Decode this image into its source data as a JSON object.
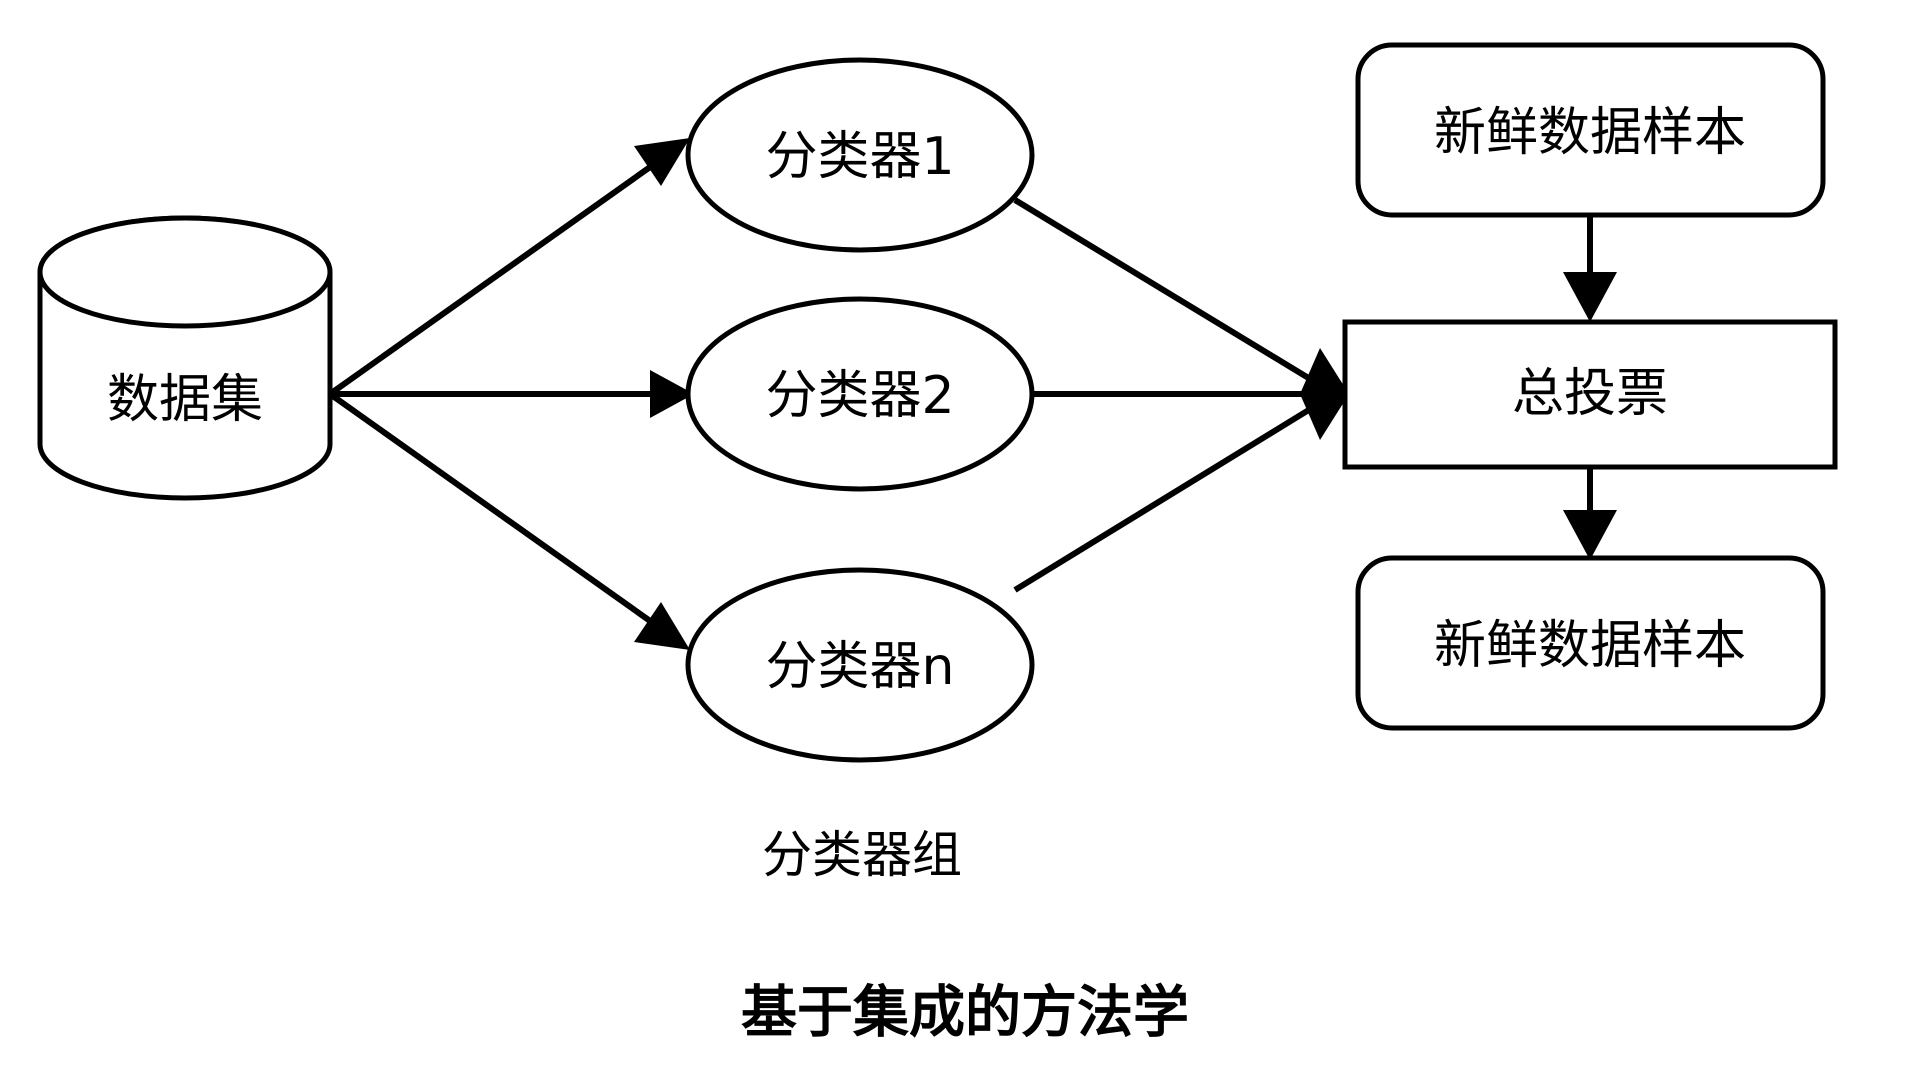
{
  "figure": {
    "title": "基于集成的方法学",
    "group_caption": "分类器组",
    "background_color": "#ffffff",
    "stroke_color": "#000000"
  },
  "nodes": {
    "dataset": {
      "label": "数据集",
      "shape": "cylinder"
    },
    "classifiers": [
      {
        "label": "分类器1",
        "shape": "ellipse"
      },
      {
        "label": "分类器2",
        "shape": "ellipse"
      },
      {
        "label": "分类器n",
        "shape": "ellipse"
      }
    ],
    "fresh_data_input": {
      "label": "新鲜数据样本",
      "shape": "rounded-rectangle"
    },
    "total_vote": {
      "label": "总投票",
      "shape": "rectangle"
    },
    "fresh_data_output": {
      "label": "新鲜数据样本",
      "shape": "rounded-rectangle"
    }
  },
  "edges": [
    {
      "from": "数据集",
      "to": "分类器1",
      "style": "arrow"
    },
    {
      "from": "数据集",
      "to": "分类器2",
      "style": "arrow"
    },
    {
      "from": "数据集",
      "to": "分类器n",
      "style": "arrow"
    },
    {
      "from": "分类器1",
      "to": "总投票",
      "style": "arrow"
    },
    {
      "from": "分类器2",
      "to": "总投票",
      "style": "arrow"
    },
    {
      "from": "分类器n",
      "to": "总投票",
      "style": "arrow"
    },
    {
      "from": "新鲜数据样本",
      "to": "总投票",
      "style": "arrow"
    },
    {
      "from": "总投票",
      "to": "新鲜数据样本",
      "style": "arrow"
    }
  ]
}
